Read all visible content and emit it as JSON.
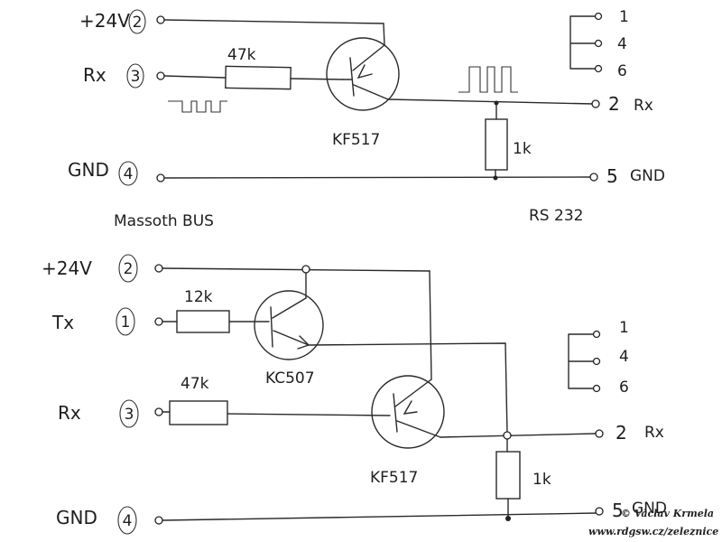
{
  "top_circuit": {
    "left_pins": [
      {
        "label": "+24V",
        "number": "2"
      },
      {
        "label": "Rx",
        "number": "3"
      },
      {
        "label": "GND",
        "number": "4"
      }
    ],
    "resistor_in": "47k",
    "transistor": "KF517",
    "resistor_out": "1k",
    "right_pins": [
      {
        "number": "2",
        "label": "Rx"
      },
      {
        "number": "5",
        "label": "GND"
      }
    ],
    "connector_pins": [
      "1",
      "4",
      "6"
    ],
    "bus_label": "Massoth BUS",
    "rs_label": "RS 232"
  },
  "bottom_circuit": {
    "left_pins": [
      {
        "label": "+24V",
        "number": "2"
      },
      {
        "label": "Tx",
        "number": "1"
      },
      {
        "label": "Rx",
        "number": "3"
      },
      {
        "label": "GND",
        "number": "4"
      }
    ],
    "resistor_tx": "12k",
    "transistor_tx": "KC507",
    "resistor_rx": "47k",
    "transistor_rx": "KF517",
    "resistor_out": "1k",
    "right_pins": [
      {
        "number": "2",
        "label": "Rx"
      },
      {
        "number": "5",
        "label": "GND"
      }
    ],
    "connector_pins": [
      "1",
      "4",
      "6"
    ]
  },
  "credits": {
    "author": "© Václav Krmela",
    "url": "www.rdgsw.cz/zeleznice"
  }
}
